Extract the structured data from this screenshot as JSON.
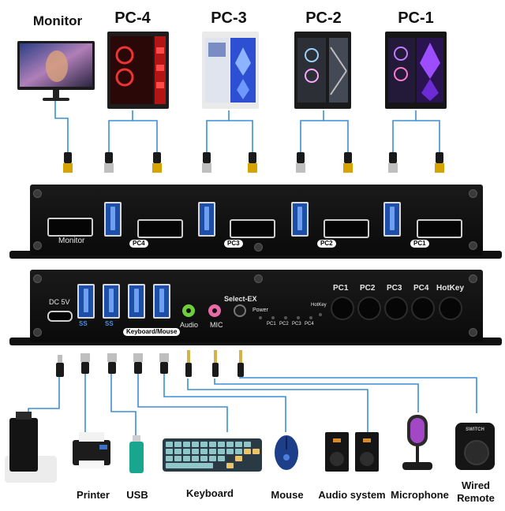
{
  "top_labels": {
    "monitor": "Monitor",
    "pc4": "PC-4",
    "pc3": "PC-3",
    "pc2": "PC-2",
    "pc1": "PC-1"
  },
  "front_panel": {
    "monitor_port": "Monitor",
    "pc4": "PC4",
    "pc3": "PC3",
    "pc2": "PC2",
    "pc1": "PC1"
  },
  "rear_panel": {
    "dc": "DC 5V",
    "usb_logo_1": "SS",
    "usb_logo_2": "SS",
    "keyboard_mouse": "Keyboard/Mouse",
    "audio": "Audio",
    "mic": "MIC",
    "select_ex": "Select-EX",
    "power": "Power",
    "hotkey_small": "HotKey",
    "led_pc1": "PC1",
    "led_pc2": "PC2",
    "led_pc3": "PC3",
    "led_pc4": "PC4",
    "btn_pc1": "PC1",
    "btn_pc2": "PC2",
    "btn_pc3": "PC3",
    "btn_pc4": "PC4",
    "btn_hotkey": "HotKey"
  },
  "bottom_labels": {
    "printer": "Printer",
    "usb": "USB",
    "keyboard": "Keyboard",
    "mouse": "Mouse",
    "audio_system": "Audio system",
    "microphone": "Microphone",
    "wired_remote_1": "Wired",
    "wired_remote_2": "Remote"
  },
  "device_text": {
    "remote_brand": "SWITCH"
  },
  "colors": {
    "wire": "#3b8fd6",
    "usb_blue": "#1e4fa8",
    "audio_green": "#6fcf3a",
    "mic_pink": "#e86aa6",
    "enclosure": "#0d0d0d"
  }
}
